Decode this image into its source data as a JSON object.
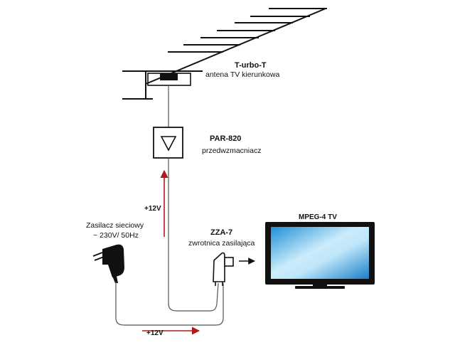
{
  "antenna": {
    "model": "T-urbo-T",
    "description": "antena TV kierunkowa"
  },
  "preamplifier": {
    "model": "PAR-820",
    "description": "przedwzmacniacz"
  },
  "power_supply": {
    "name": "Zasilacz sieciowy",
    "spec": "~ 230V/ 50Hz"
  },
  "splitter": {
    "model": "ZZA-7",
    "description": "zwrotnica zasilająca"
  },
  "tv": {
    "label": "MPEG-4 TV"
  },
  "voltage": {
    "vertical_label": "+12V",
    "horizontal_label": "+12V"
  },
  "colors": {
    "arrow": "#b01a1a",
    "lines": "#111111",
    "screen_center": "#ccecfb",
    "screen_edge": "#1d8fd6"
  }
}
